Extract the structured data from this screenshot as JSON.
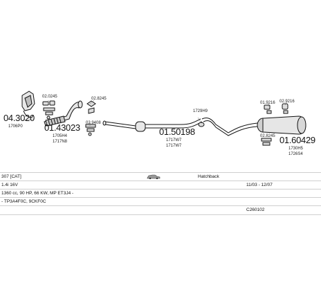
{
  "parts": [
    {
      "id": "p1",
      "code": "04.3020",
      "ref": "1706P0",
      "big": true
    },
    {
      "id": "p2",
      "code": "02.0245",
      "ref": "",
      "big": false
    },
    {
      "id": "p3",
      "code": "01.43023",
      "ref": "1705H4",
      "ref2": "1717N8",
      "big": true
    },
    {
      "id": "p4",
      "code": "02.8245",
      "ref": "",
      "big": false
    },
    {
      "id": "p5",
      "code": "02.9408",
      "ref": "",
      "big": false
    },
    {
      "id": "p6",
      "code": "01.50198",
      "ref": "1717W7",
      "ref2": "1717W7",
      "big": true
    },
    {
      "id": "p7",
      "code": "1729H9",
      "ref": "",
      "big": false
    },
    {
      "id": "p8",
      "code": "01.9216",
      "ref": "",
      "big": false
    },
    {
      "id": "p9",
      "code": "02.9216",
      "ref": "",
      "big": false
    },
    {
      "id": "p10",
      "code": "02.8245",
      "ref": "",
      "big": false
    },
    {
      "id": "p11",
      "code": "01.60429",
      "ref": "1730H5",
      "ref2": "1726S4",
      "big": true
    }
  ],
  "specs": {
    "model": "307 [CAT]",
    "body": "Hatchback",
    "engine": "1.4i 16V",
    "years": "11/03 - 12/07",
    "power": "1360 cc, 90 HP, 66 KW, MP ET3J4 -",
    "codes": "- TP3A4F0C, 9CKF0C",
    "catalog": "C260102"
  },
  "colors": {
    "line": "#111111",
    "fill": "#e4e4e4",
    "rule": "#cfcfcf"
  }
}
